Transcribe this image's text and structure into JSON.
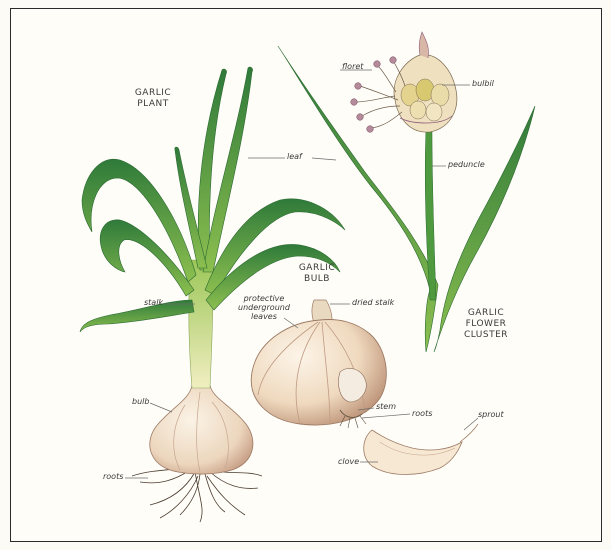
{
  "titles": {
    "plant": [
      "GARLIC",
      "PLANT"
    ],
    "bulb": [
      "GARLIC",
      "BULB"
    ],
    "flower": [
      "GARLIC",
      "FLOWER",
      "CLUSTER"
    ]
  },
  "labels": {
    "floret": "floret",
    "bulbil": "bulbil",
    "leaf": "leaf",
    "peduncle": "peduncle",
    "stalk": "stalk",
    "protective_underground_leaves": [
      "protective",
      "underground",
      "leaves"
    ],
    "dried_stalk": "dried stalk",
    "bulb": "bulb",
    "stem": "stem",
    "roots_bulb": "roots",
    "roots_plant": "roots",
    "sprout": "sprout",
    "clove": "clove"
  },
  "colors": {
    "leaf_dark": "#2f7a3a",
    "leaf_light": "#7fb24a",
    "stalk_yellow": "#e6e59a",
    "bulb_cream": "#f3e4cf",
    "bulb_shadow": "#c9a48a",
    "purple": "#8b5a7a"
  }
}
